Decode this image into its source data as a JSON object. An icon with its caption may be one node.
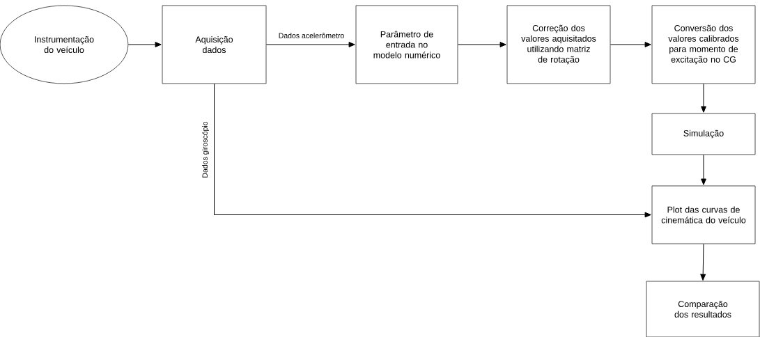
{
  "diagram": {
    "nodes": [
      {
        "text": [
          "Instrumentação do veículo"
        ]
      },
      {
        "text": [
          "Aquisição dados"
        ]
      },
      {
        "text": [
          "Parâmetro de entrada no modelo numérico"
        ]
      },
      {
        "text": [
          "Correção dos valores aquisitados utilizando matriz de rotação"
        ]
      },
      {
        "text": [
          "Conversão dos valores calibrados para momento de excitação no CG"
        ]
      },
      {
        "text": [
          "Simulação"
        ]
      },
      {
        "text": [
          "Plot das curvas de cinemática do veículo"
        ]
      },
      {
        "text": [
          "Comparação dos resultados"
        ]
      }
    ],
    "edges": [
      {
        "from": 0,
        "to": 1,
        "arrow": "to"
      },
      {
        "from": 1,
        "to": 2,
        "arrow": "to",
        "label": "Dados acelerômetro"
      },
      {
        "from": 2,
        "to": 3,
        "arrow": "to"
      },
      {
        "from": 3,
        "to": 4,
        "arrow": "to"
      },
      {
        "from": 4,
        "to": 5,
        "arrow": "to"
      },
      {
        "from": 5,
        "to": 6,
        "arrow": "to"
      },
      {
        "from": 6,
        "to": 7,
        "arrow": "to"
      },
      {
        "from": 1,
        "to": 6,
        "arrow": "to",
        "label": "Dados giroscópio"
      }
    ]
  }
}
